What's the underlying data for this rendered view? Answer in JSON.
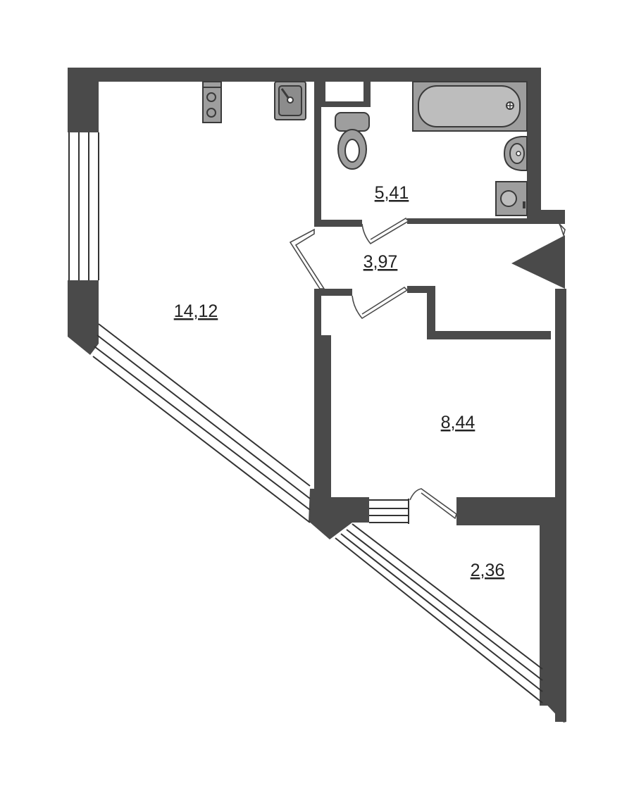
{
  "rooms": [
    {
      "id": "living-kitchen",
      "area": "14,12"
    },
    {
      "id": "bathroom",
      "area": "5,41"
    },
    {
      "id": "hallway",
      "area": "3,97"
    },
    {
      "id": "bedroom",
      "area": "8,44"
    },
    {
      "id": "balcony",
      "area": "2,36"
    }
  ],
  "colors": {
    "wall": "#4a4a4a",
    "fixture": "#9e9e9e",
    "background": "#ffffff"
  }
}
